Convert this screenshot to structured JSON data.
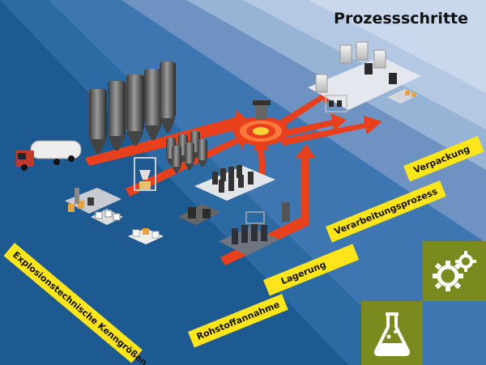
{
  "header": {
    "title": "Prozessschritte"
  },
  "steps": [
    {
      "label": "Explosionstechnische Kenngrößen"
    },
    {
      "label": "Rohstoffannahme"
    },
    {
      "label": "Lagerung"
    },
    {
      "label": "Verarbeitungsprozess"
    },
    {
      "label": "Verpackung"
    }
  ],
  "icons": {
    "gears": "gears-icon",
    "flask": "flask-icon"
  },
  "colors": {
    "band_dark": "#1e5a92",
    "band_mid": "#4f80b6",
    "band_light": "#a9c0dd",
    "band_top": "#c5d5e8",
    "arrow": "#e8401c",
    "label": "#ffe51a",
    "tile_olive": "#7b8a1e"
  }
}
